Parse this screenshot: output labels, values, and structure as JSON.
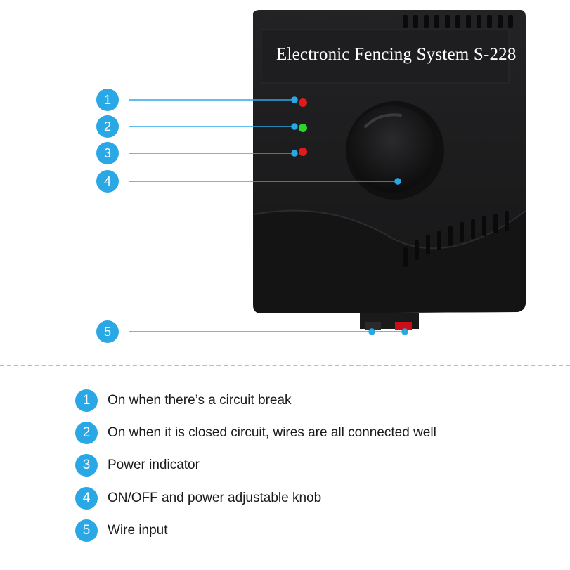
{
  "device": {
    "title": "Electronic Fencing System S-228",
    "colors": {
      "body": "#1b1b1d",
      "accent": "#2aa8e6",
      "led_red": "#e01b1b",
      "led_green": "#2bd52b",
      "terminal_red": "#c8101a"
    }
  },
  "callouts": [
    {
      "number": "1"
    },
    {
      "number": "2"
    },
    {
      "number": "3"
    },
    {
      "number": "4"
    },
    {
      "number": "5"
    }
  ],
  "legend": [
    {
      "number": "1",
      "text": "On when there’s a circuit break"
    },
    {
      "number": "2",
      "text": "On when it is closed circuit, wires are all connected well"
    },
    {
      "number": "3",
      "text": "Power indicator"
    },
    {
      "number": "4",
      "text": "ON/OFF and power adjustable knob"
    },
    {
      "number": "5",
      "text": "Wire input"
    }
  ]
}
